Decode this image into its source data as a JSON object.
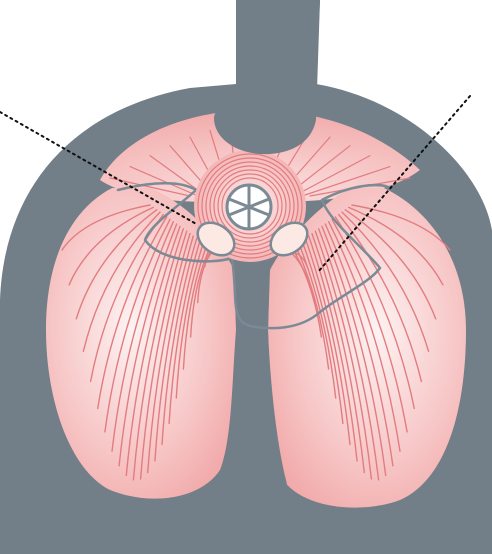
{
  "colors": {
    "background": "#ffffff",
    "body_silhouette": "#727f88",
    "muscle_light": "#fdecec",
    "muscle_mid": "#f5b9b9",
    "muscle_dark": "#ee9b9b",
    "fiber_line": "#e27c80",
    "tendon_outline": "#7b8a94",
    "foramen_fill": "#fde9e4",
    "pointer_line": "#111111"
  },
  "structures": [
    {
      "id": "diaphragm-left-dome",
      "icon": "muscle-fan"
    },
    {
      "id": "diaphragm-right-dome",
      "icon": "muscle-fan"
    },
    {
      "id": "central-tendon",
      "icon": "tendon-outline"
    },
    {
      "id": "caval-opening",
      "icon": "ring-with-spokes"
    },
    {
      "id": "esophageal-hiatus",
      "icon": "oval-opening"
    },
    {
      "id": "aortic-hiatus",
      "icon": "oval-opening"
    },
    {
      "id": "vertebral-column",
      "icon": "stalk"
    }
  ],
  "pointers": [
    {
      "id": "pointer-left",
      "style": "dotted"
    },
    {
      "id": "pointer-right",
      "style": "dotted"
    }
  ]
}
